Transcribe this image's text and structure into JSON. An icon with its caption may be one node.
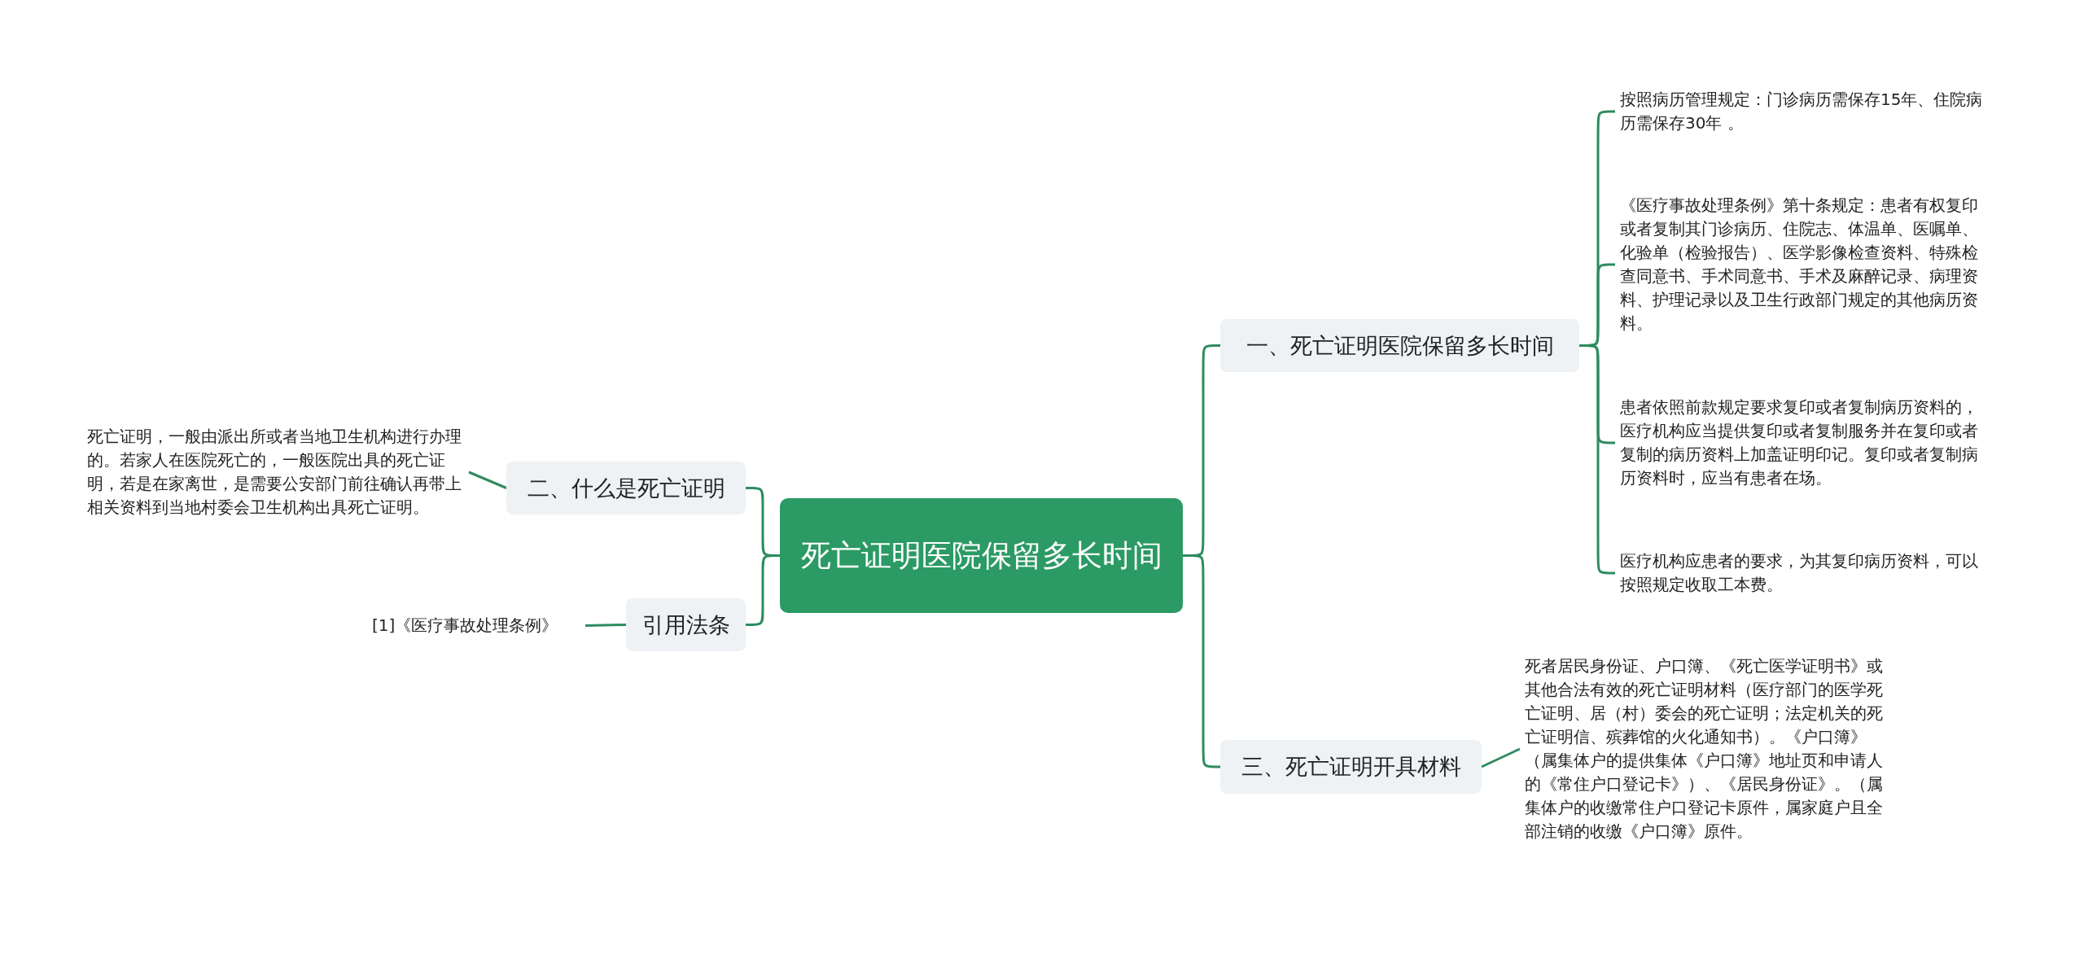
{
  "diagram": {
    "nodes": [
      {
        "text": [
          "死亡证明医院保留多长时间"
        ]
      },
      {
        "text": [
          "一、死亡证明医院保留多长时间"
        ]
      },
      {
        "text": [
          "按照病历管理规定：门诊病历需保存15年、住院病历需保存30年 。"
        ]
      },
      {
        "text": [
          "《医疗事故处理条例》第十条规定：患者有权复印或者复制其门诊病历、住院志、体温单、医嘱单、化验单（检验报告）、医学影像检查资料、特殊检查同意书、手术同意书、手术及麻醉记录、病理资料、护理记录以及卫生行政部门规定的其他病历资料。"
        ]
      },
      {
        "text": [
          "患者依照前款规定要求复印或者复制病历资料的，医疗机构应当提供复印或者复制服务并在复印或者复制的病历资料上加盖证明印记。复印或者复制病历资料时，应当有患者在场。"
        ]
      },
      {
        "text": [
          "医疗机构应患者的要求，为其复印病历资料，可以按照规定收取工本费。"
        ]
      },
      {
        "text": [
          "三、死亡证明开具材料"
        ]
      },
      {
        "text": [
          "死者居民身份证、户口簿、《死亡医学证明书》或其他合法有效的死亡证明材料（医疗部门的医学死亡证明、居（村）委会的死亡证明；法定机关的死亡证明信、殡葬馆的火化通知书）。《户口簿》（属集体户的提供集体《户口簿》地址页和申请人的《常住户口登记卡》）、《居民身份证》。（属集体户的收缴常住户口登记卡原件，属家庭户且全部注销的收缴《户口簿》原件。"
        ]
      },
      {
        "text": [
          "二、什么是死亡证明"
        ]
      },
      {
        "text": [
          "死亡证明，一般由派出所或者当地卫生机构进行办理的。若家人在医院死亡的，一般医院出具的死亡证明，若是在家离世，是需要公安部门前往确认再带上相关资料到当地村委会卫生机构出具死亡证明。"
        ]
      },
      {
        "text": [
          "引用法条"
        ]
      },
      {
        "text": [
          "[1]《医疗事故处理条例》"
        ]
      }
    ],
    "edges": [
      {
        "from": 0,
        "to": 1,
        "arrow": "none"
      },
      {
        "from": 1,
        "to": 2,
        "arrow": "none"
      },
      {
        "from": 1,
        "to": 3,
        "arrow": "none"
      },
      {
        "from": 1,
        "to": 4,
        "arrow": "none"
      },
      {
        "from": 1,
        "to": 5,
        "arrow": "none"
      },
      {
        "from": 0,
        "to": 6,
        "arrow": "none"
      },
      {
        "from": 6,
        "to": 7,
        "arrow": "none"
      },
      {
        "from": 0,
        "to": 8,
        "arrow": "none"
      },
      {
        "from": 8,
        "to": 9,
        "arrow": "none"
      },
      {
        "from": 0,
        "to": 10,
        "arrow": "none"
      },
      {
        "from": 10,
        "to": 11,
        "arrow": "none"
      }
    ]
  }
}
